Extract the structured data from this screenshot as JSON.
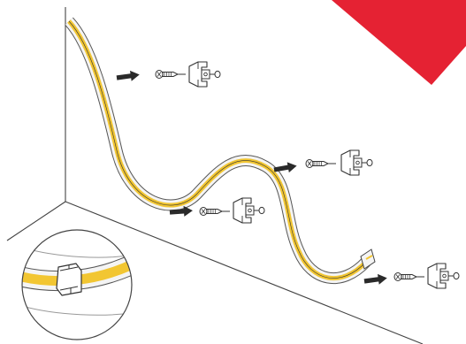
{
  "diagram": {
    "kind": "installation-illustration",
    "subject": "flexible-led-strip-wall-mounting",
    "strip_count": 1,
    "clip_count": 4,
    "screw_count": 4,
    "has_detail_magnifier": true,
    "has_corner_banner": true
  },
  "colors": {
    "background": "#ffffff",
    "line": "#333333",
    "strip_core": "#f2c632",
    "strip_casing": "#f4f4f4",
    "arrow": "#2a2a2a",
    "corner_banner": "#e52233"
  },
  "icons": {
    "screw": "screw-icon",
    "clip": "mounting-clip-icon",
    "arrow": "arrow-right-icon",
    "magnifier": "magnifier-circle"
  }
}
